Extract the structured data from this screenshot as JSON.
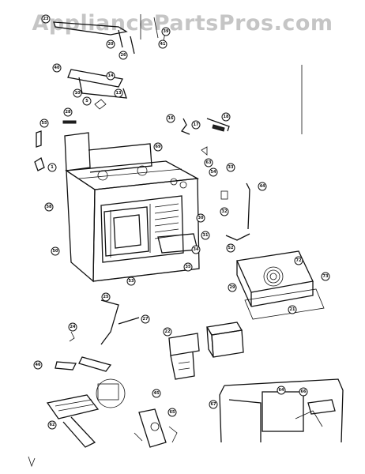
{
  "watermark": {
    "text": "AppliancePartsPros.com",
    "color": "#969696"
  },
  "callouts": [
    {
      "label": "23"
    },
    {
      "label": "20"
    },
    {
      "label": "26"
    },
    {
      "label": "39"
    },
    {
      "label": "41"
    },
    {
      "label": "40"
    },
    {
      "label": "10"
    },
    {
      "label": "5"
    },
    {
      "label": "14"
    },
    {
      "label": "13"
    },
    {
      "label": "28"
    },
    {
      "label": "55"
    },
    {
      "label": "69"
    },
    {
      "label": "58"
    },
    {
      "label": "16"
    },
    {
      "label": "17"
    },
    {
      "label": "18"
    },
    {
      "label": "1"
    },
    {
      "label": "63"
    },
    {
      "label": "54"
    },
    {
      "label": "33"
    },
    {
      "label": "44"
    },
    {
      "label": "32"
    },
    {
      "label": "30"
    },
    {
      "label": "31"
    },
    {
      "label": "34"
    },
    {
      "label": "35"
    },
    {
      "label": "53"
    },
    {
      "label": "50"
    },
    {
      "label": "52"
    },
    {
      "label": "72"
    },
    {
      "label": "29"
    },
    {
      "label": "73"
    },
    {
      "label": "27"
    },
    {
      "label": "25"
    },
    {
      "label": "21"
    },
    {
      "label": "22"
    },
    {
      "label": "24"
    },
    {
      "label": "46"
    },
    {
      "label": "45"
    },
    {
      "label": "66"
    },
    {
      "label": "64"
    },
    {
      "label": "65"
    },
    {
      "label": "67"
    },
    {
      "label": "62"
    }
  ]
}
